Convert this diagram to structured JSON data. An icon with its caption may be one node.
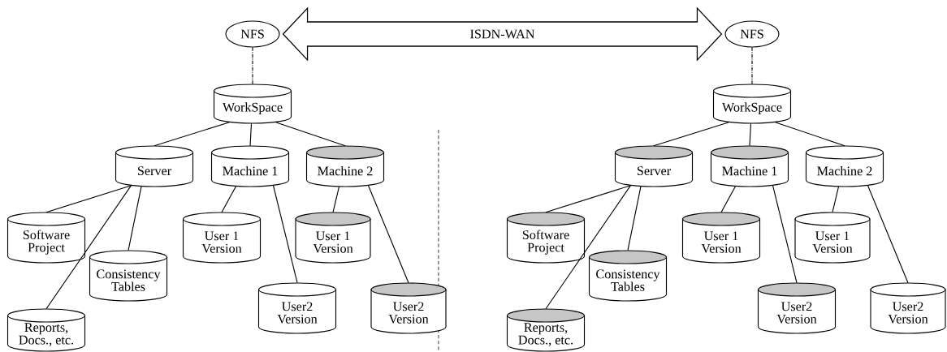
{
  "diagram": {
    "nodes": [
      {
        "text": [
          "NFS"
        ]
      },
      {
        "text": [
          "WorkSpace"
        ]
      },
      {
        "text": [
          "Server"
        ]
      },
      {
        "text": [
          "Machine 1"
        ]
      },
      {
        "text": [
          "Machine 2"
        ]
      },
      {
        "text": [
          "Software Project"
        ]
      },
      {
        "text": [
          "Consistency Tables"
        ]
      },
      {
        "text": [
          "Reports, Docs., etc."
        ]
      },
      {
        "text": [
          "User 1 Version"
        ]
      },
      {
        "text": [
          "User2 Version"
        ]
      },
      {
        "text": [
          "User 1 Version"
        ]
      },
      {
        "text": [
          "User2 Version"
        ]
      },
      {
        "text": [
          "NFS"
        ]
      },
      {
        "text": [
          "WorkSpace"
        ]
      },
      {
        "text": [
          "Server"
        ]
      },
      {
        "text": [
          "Machine 1"
        ]
      },
      {
        "text": [
          "Machine 2"
        ]
      },
      {
        "text": [
          "Software Project"
        ]
      },
      {
        "text": [
          "Consistency Tables"
        ]
      },
      {
        "text": [
          "Reports, Docs., etc."
        ]
      },
      {
        "text": [
          "User 1 Version"
        ]
      },
      {
        "text": [
          "User2 Version"
        ]
      },
      {
        "text": [
          "User 1 Version"
        ]
      },
      {
        "text": [
          "User2 Version"
        ]
      }
    ],
    "edges": [
      {
        "from": 0,
        "to": 12,
        "arrow": "both",
        "label": "ISDN-WAN",
        "style": "thick"
      },
      {
        "from": 0,
        "to": 1,
        "arrow": "none",
        "style": "dashed"
      },
      {
        "from": 1,
        "to": 2,
        "arrow": "none"
      },
      {
        "from": 1,
        "to": 3,
        "arrow": "none"
      },
      {
        "from": 1,
        "to": 4,
        "arrow": "none"
      },
      {
        "from": 2,
        "to": 5,
        "arrow": "none"
      },
      {
        "from": 2,
        "to": 6,
        "arrow": "none"
      },
      {
        "from": 2,
        "to": 7,
        "arrow": "none"
      },
      {
        "from": 3,
        "to": 8,
        "arrow": "none"
      },
      {
        "from": 3,
        "to": 9,
        "arrow": "none"
      },
      {
        "from": 4,
        "to": 10,
        "arrow": "none"
      },
      {
        "from": 4,
        "to": 11,
        "arrow": "none"
      },
      {
        "from": 12,
        "to": 13,
        "arrow": "none",
        "style": "dashed"
      },
      {
        "from": 13,
        "to": 14,
        "arrow": "none"
      },
      {
        "from": 13,
        "to": 15,
        "arrow": "none"
      },
      {
        "from": 13,
        "to": 16,
        "arrow": "none"
      },
      {
        "from": 14,
        "to": 17,
        "arrow": "none"
      },
      {
        "from": 14,
        "to": 18,
        "arrow": "none"
      },
      {
        "from": 14,
        "to": 19,
        "arrow": "none"
      },
      {
        "from": 15,
        "to": 20,
        "arrow": "none"
      },
      {
        "from": 15,
        "to": 21,
        "arrow": "none"
      },
      {
        "from": 16,
        "to": 22,
        "arrow": "none"
      },
      {
        "from": 16,
        "to": 23,
        "arrow": "none"
      }
    ]
  }
}
